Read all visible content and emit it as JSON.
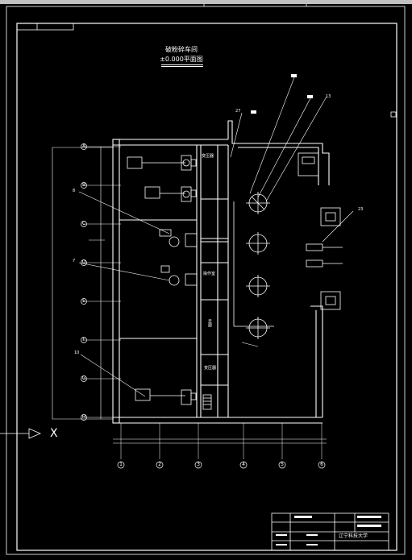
{
  "drawing": {
    "title": "破粉碎车间",
    "subtitle": "±0.000平面图"
  },
  "rooms": {
    "upper_transformer": "变压器",
    "lower_transformer": "变压器",
    "control": "操作室",
    "corridor": "走廊"
  },
  "grid": {
    "columns": [
      "1",
      "2",
      "3",
      "4",
      "5",
      "6"
    ],
    "rows": [
      "A",
      "B",
      "C",
      "D",
      "E",
      "F",
      "G",
      "H"
    ]
  },
  "callouts": [
    "27",
    "13",
    "8",
    "7",
    "10",
    "23"
  ],
  "title_block": {
    "company": "辽宁科技大学"
  },
  "colors": {
    "line": "#ffffff",
    "background": "#000000",
    "accent": "#ffffff"
  },
  "symbols": {
    "direction": "arrow-right-icon",
    "section_mark": "X"
  }
}
